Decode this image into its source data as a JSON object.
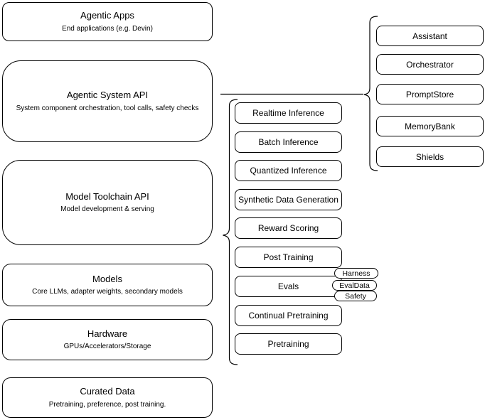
{
  "diagram": {
    "left_stack": [
      {
        "title": "Agentic Apps",
        "subtitle": "End applications (e.g. Devin)"
      },
      {
        "title": "Agentic System API",
        "subtitle": "System component orchestration, tool calls, safety checks"
      },
      {
        "title": "Model Toolchain API",
        "subtitle": "Model development & serving"
      },
      {
        "title": "Models",
        "subtitle": "Core LLMs, adapter weights, secondary models"
      },
      {
        "title": "Hardware",
        "subtitle": "GPUs/Accelerators/Storage"
      },
      {
        "title": "Curated Data",
        "subtitle": "Pretraining, preference, post training."
      }
    ],
    "toolchain_components": [
      "Realtime Inference",
      "Batch Inference",
      "Quantized Inference",
      "Synthetic Data Generation",
      "Reward Scoring",
      "Post Training",
      "Evals",
      "Continual Pretraining",
      "Pretraining"
    ],
    "eval_tags": [
      "Harness",
      "EvalData",
      "Safety"
    ],
    "system_components": [
      "Assistant",
      "Orchestrator",
      "PromptStore",
      "MemoryBank",
      "Shields"
    ],
    "colors": {
      "stroke": "#000000",
      "fill": "#ffffff",
      "background": "#ffffff",
      "text": "#000000"
    }
  }
}
